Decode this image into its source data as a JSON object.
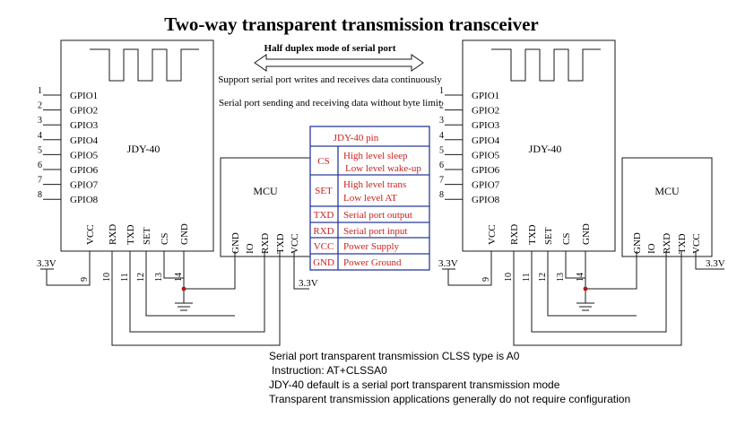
{
  "title": "Two-way transparent transmission transceiver",
  "arrow_label": "Half duplex mode of serial port",
  "notes": [
    "Support serial port writes and receives data continuously",
    "Serial port sending and receiving data without byte limit"
  ],
  "module": {
    "name": "JDY-40",
    "gpio_numbers": [
      "1",
      "2",
      "3",
      "4",
      "5",
      "6",
      "7",
      "8"
    ],
    "gpio_labels": [
      "GPIO1",
      "GPIO2",
      "GPIO3",
      "GPIO4",
      "GPIO5",
      "GPIO6",
      "GPIO7",
      "GPIO8"
    ],
    "bottom_pins": [
      "VCC",
      "RXD",
      "TXD",
      "SET",
      "CS",
      "GND"
    ],
    "bottom_numbers": [
      "9",
      "10",
      "11",
      "12",
      "13",
      "14"
    ]
  },
  "mcu": {
    "name": "MCU",
    "pins": [
      "GND",
      "IO",
      "RXD",
      "TXD",
      "VCC"
    ]
  },
  "supply": "3.3V",
  "pin_table": {
    "header": "JDY-40 pin",
    "rows": [
      {
        "pin": "CS",
        "desc": [
          "High level sleep",
          "Low level wake-up"
        ]
      },
      {
        "pin": "SET",
        "desc": [
          "High level trans",
          "Low level AT"
        ]
      },
      {
        "pin": "TXD",
        "desc": [
          "Serial port output"
        ]
      },
      {
        "pin": "RXD",
        "desc": [
          "Serial port input"
        ]
      },
      {
        "pin": "VCC",
        "desc": [
          "Power Supply"
        ]
      },
      {
        "pin": "GND",
        "desc": [
          "Power Ground"
        ]
      }
    ]
  },
  "footer": [
    "Serial port transparent transmission CLSS type is A0",
    "Instruction: AT+CLSSA0",
    "JDY-40 default is a serial port transparent transmission mode",
    "Transparent transmission applications generally do not require configuration"
  ],
  "colors": {
    "line": "#1a1a1a",
    "table_text": "#cc2020",
    "table_border": "#2a3a9a",
    "junction": "#b01818"
  }
}
